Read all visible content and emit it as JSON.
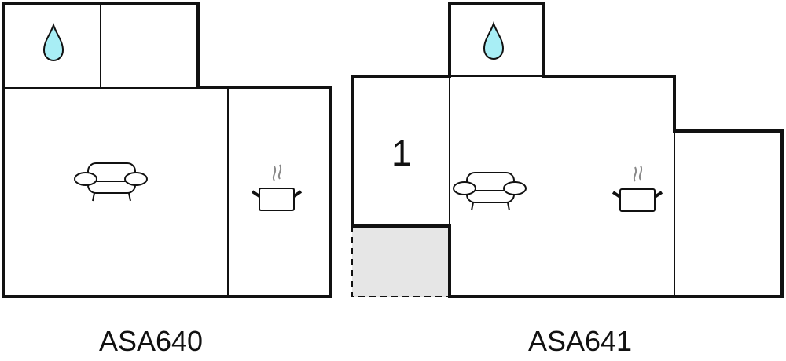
{
  "plans": [
    {
      "name": "ASA640"
    },
    {
      "name": "ASA641",
      "room_number": "1"
    }
  ],
  "colors": {
    "wall": "#111111",
    "water": "#a8eef5",
    "unbuilt_area": "#e6e6e6",
    "steam": "#888888"
  },
  "icons": [
    "water-drop-icon",
    "sofa-icon",
    "cooking-pot-icon"
  ]
}
